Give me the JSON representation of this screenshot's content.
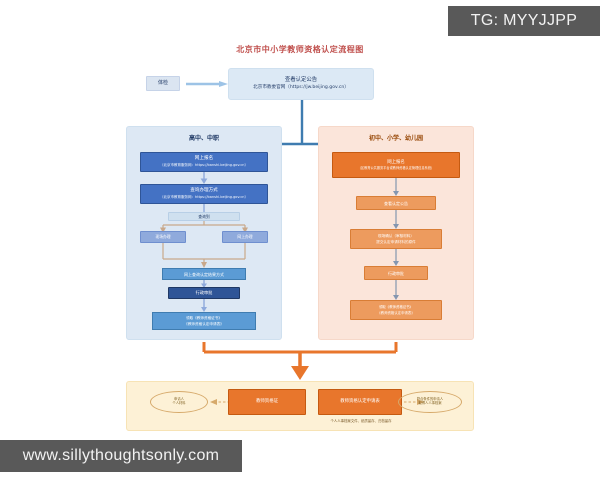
{
  "watermarks": {
    "top_right": "TG: MYYJJPP",
    "bottom_left": "www.sillythoughtsonly.com"
  },
  "diagram": {
    "title": "北京市中小学教师资格认定流程图",
    "start": {
      "checkup_label": "体检",
      "announcement_line1": "查看认定公告",
      "announcement_line2": "北京市教委官网（https://jw.beijing.gov.cn）"
    },
    "left_panel": {
      "header": "高中、中职",
      "steps": [
        {
          "line1": "网上报名",
          "line2": "（北京市教育服务网：https://banshi.beijing.gov.cn）"
        },
        {
          "line1": "查询办理方式",
          "line2": "（北京市教育服务网：https://banshi.beijing.gov.cn）"
        }
      ],
      "branch_label": "查询到",
      "branches": [
        {
          "line1": "现场办理"
        },
        {
          "line1": "网上办理"
        }
      ],
      "after_branch": [
        {
          "line1": "网上查询认定结果方式"
        },
        {
          "line1": "行政审批"
        },
        {
          "line1": "领取《教师资格证书》",
          "line2": "《教师资格认定申请表》"
        }
      ]
    },
    "right_panel": {
      "header": "初中、小学、幼儿园",
      "steps": [
        {
          "line1": "网上报名",
          "line2": "（区教育公共服务平台或教师资格认定管理信息系统）"
        },
        {
          "line1": "查看认定公告"
        },
        {
          "line1": "现场确认（审核材料）",
          "line2": "提交认定申请材料的原件"
        },
        {
          "line1": "行政审批"
        },
        {
          "line1": "领取《教师资格证书》",
          "line2": "《教师资格认定申请表》"
        }
      ]
    },
    "bottom_panel": {
      "left_note_line1": "申请人",
      "left_note_line2": "个人材料",
      "right_note_line1": "符合条件的申请人",
      "right_note_line2": "取得人人事档案",
      "boxes": [
        {
          "line1": "教师资格证"
        },
        {
          "line1": "教师资格认定申请表"
        }
      ],
      "footnote": "个人人事档案文件、纸质留存、归档留存"
    },
    "colors": {
      "title": "#c0504d",
      "left_panel_bg": "#dde8f4",
      "right_panel_bg": "#fbe5da",
      "bottom_panel_bg": "#fdf1d6",
      "blue_node": "#4472c4",
      "orange_node": "#e8762c",
      "connector_blue": "#4472c4",
      "connector_orange": "#e8762c"
    }
  }
}
